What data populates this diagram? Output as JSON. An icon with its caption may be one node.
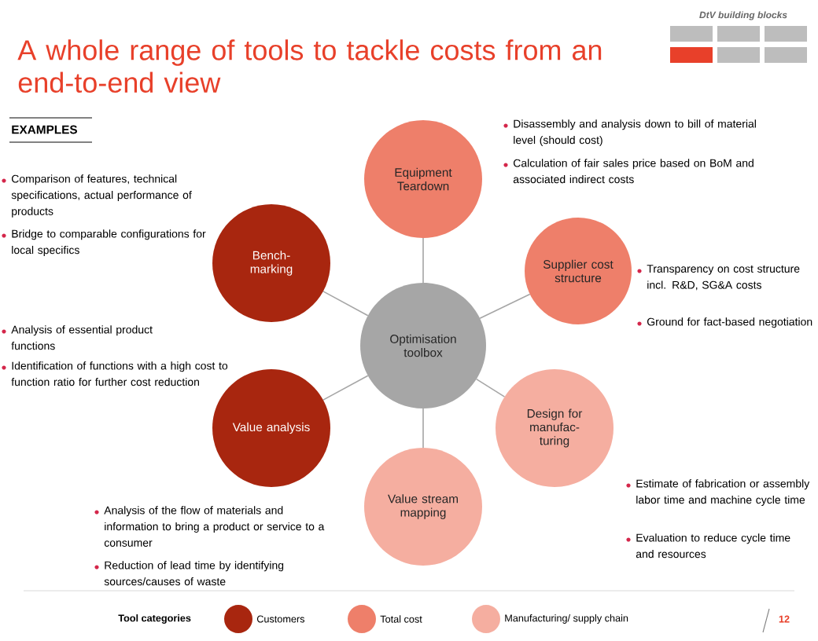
{
  "diagram": {
    "title": "A whole range of tools to tackle costs from an end-to-end view",
    "nodes": [
      {
        "text": [
          "Equipment Teardown"
        ],
        "beside": [
          "Disassembly and analysis down to bill of material level (should cost)",
          "Calculation of fair sales price based on BoM and associated indirect costs"
        ]
      },
      {
        "text": [
          "Bench- marking"
        ],
        "beside": [
          "Comparison of features, technical specifications, actual performance of products",
          "Bridge to comparable configurations for local specifics"
        ]
      },
      {
        "text": [
          "Supplier cost structure"
        ],
        "beside": [
          "Transparency on cost structure incl. R&D, SG&A costs",
          "Ground for fact-based negotiation"
        ]
      },
      {
        "text": [
          "Optimisation toolbox"
        ]
      },
      {
        "text": [
          "Value analysis"
        ],
        "beside": [
          "Analysis of essential product functions",
          "Identification of functions with a high cost to function ratio for further cost reduction"
        ]
      },
      {
        "text": [
          "Design for manufac- turing"
        ],
        "beside": [
          "Estimate of fabrication or assembly labor time and machine cycle time",
          "Evaluation to reduce cycle time and resources"
        ]
      },
      {
        "text": [
          "Value stream mapping"
        ],
        "beside": [
          "Analysis of the flow of materials and information to bring a product or service to a consumer",
          "Reduction  of lead time by identifying sources/causes of waste"
        ]
      }
    ],
    "edges": [
      {
        "from": 3,
        "to": 0,
        "arrow": "none"
      },
      {
        "from": 3,
        "to": 2,
        "arrow": "none"
      },
      {
        "from": 3,
        "to": 5,
        "arrow": "none"
      },
      {
        "from": 3,
        "to": 6,
        "arrow": "none"
      },
      {
        "from": 3,
        "to": 4,
        "arrow": "none"
      },
      {
        "from": 3,
        "to": 1,
        "arrow": "none"
      }
    ],
    "labels": [
      "DtV building blocks",
      "EXAMPLES",
      "Tool categories",
      "12"
    ],
    "legend": [
      {
        "text": "Customers",
        "color": "#a8260f"
      },
      {
        "text": "Total cost",
        "color": "#ee7f6a"
      },
      {
        "text": "Manufacturing/ supply chain",
        "color": "#f5aea0"
      }
    ]
  }
}
